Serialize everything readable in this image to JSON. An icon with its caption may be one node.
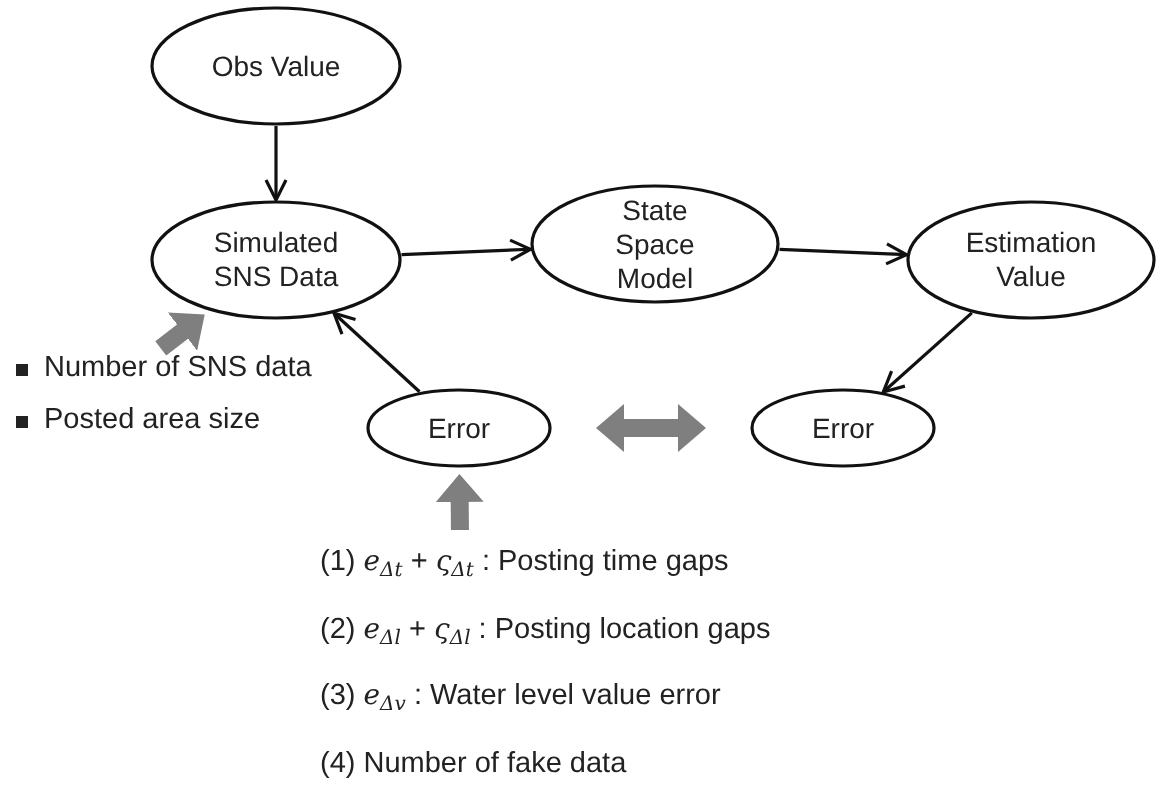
{
  "diagram": {
    "nodes": [
      {
        "text": [
          "Obs Value"
        ]
      },
      {
        "text": [
          "Simulated SNS Data"
        ]
      },
      {
        "text": [
          "State Space Model"
        ]
      },
      {
        "text": [
          "Estimation Value"
        ]
      },
      {
        "text": [
          "Error"
        ]
      },
      {
        "text": [
          "Error"
        ]
      },
      {
        "text": [
          "Number of SNS data",
          "Posted area size"
        ]
      },
      {
        "text": [
          "(1) *e*$_{Δt}$ + *ς*$_{Δt}$ : Posting time gaps",
          "(2) *e*$_{Δl}$ + *ς*$_{Δl}$ : Posting location gaps",
          "(3) *e*$_{Δv}$ : Water level value error",
          "(4) Number of fake data"
        ]
      }
    ],
    "edges": [
      {
        "from": 0,
        "to": 1,
        "arrow": "to"
      },
      {
        "from": 1,
        "to": 2,
        "arrow": "to"
      },
      {
        "from": 2,
        "to": 3,
        "arrow": "to"
      },
      {
        "from": 3,
        "to": 5,
        "arrow": "to"
      },
      {
        "from": 4,
        "to": 1,
        "arrow": "to"
      },
      {
        "from": 4,
        "to": 5,
        "arrow": "both",
        "style": "thick",
        "color": "#7f7f7f"
      },
      {
        "from": 6,
        "to": 1,
        "arrow": "to",
        "style": "thick",
        "color": "#7f7f7f"
      },
      {
        "from": 7,
        "to": 4,
        "arrow": "to",
        "style": "thick",
        "color": "#7f7f7f"
      }
    ]
  }
}
